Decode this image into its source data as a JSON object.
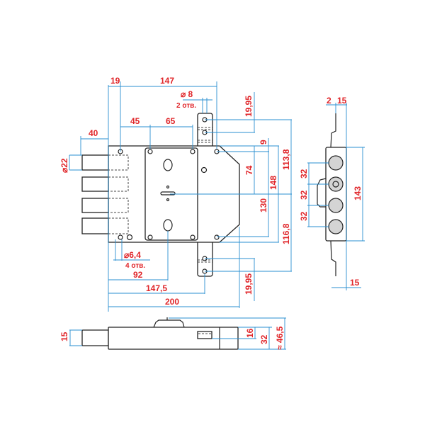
{
  "colors": {
    "dimension_line": "#2a8fd0",
    "dimension_text": "#e0262a",
    "outline": "#222222"
  },
  "front_view": {
    "dim_19": "19",
    "dim_147": "147",
    "dim_hole8": "⌀ 8",
    "dim_hole8_count": "2 отв.",
    "dim_45": "45",
    "dim_65": "65",
    "dim_40": "40",
    "dim_bolt22": "⌀22",
    "dim_19_95_top": "19,95",
    "dim_9": "9",
    "dim_74": "74",
    "dim_148": "148",
    "dim_130": "130",
    "dim_113_8": "113,8",
    "dim_116_8": "116,8",
    "dim_19_95_bottom": "19,95",
    "dim_hole6_4": "⌀6,4",
    "dim_hole6_4_count": "4 отв.",
    "dim_92": "92",
    "dim_147_5": "147,5",
    "dim_200": "200"
  },
  "side_view": {
    "dim_2": "2",
    "dim_15_top": "15",
    "dim_32_a": "32",
    "dim_32_b": "32",
    "dim_32_c": "32",
    "dim_143": "143",
    "dim_15_bottom": "15"
  },
  "bottom_view": {
    "dim_15": "15",
    "dim_16": "16",
    "dim_32": "32",
    "dim_46_5": "≈ 46,5"
  }
}
